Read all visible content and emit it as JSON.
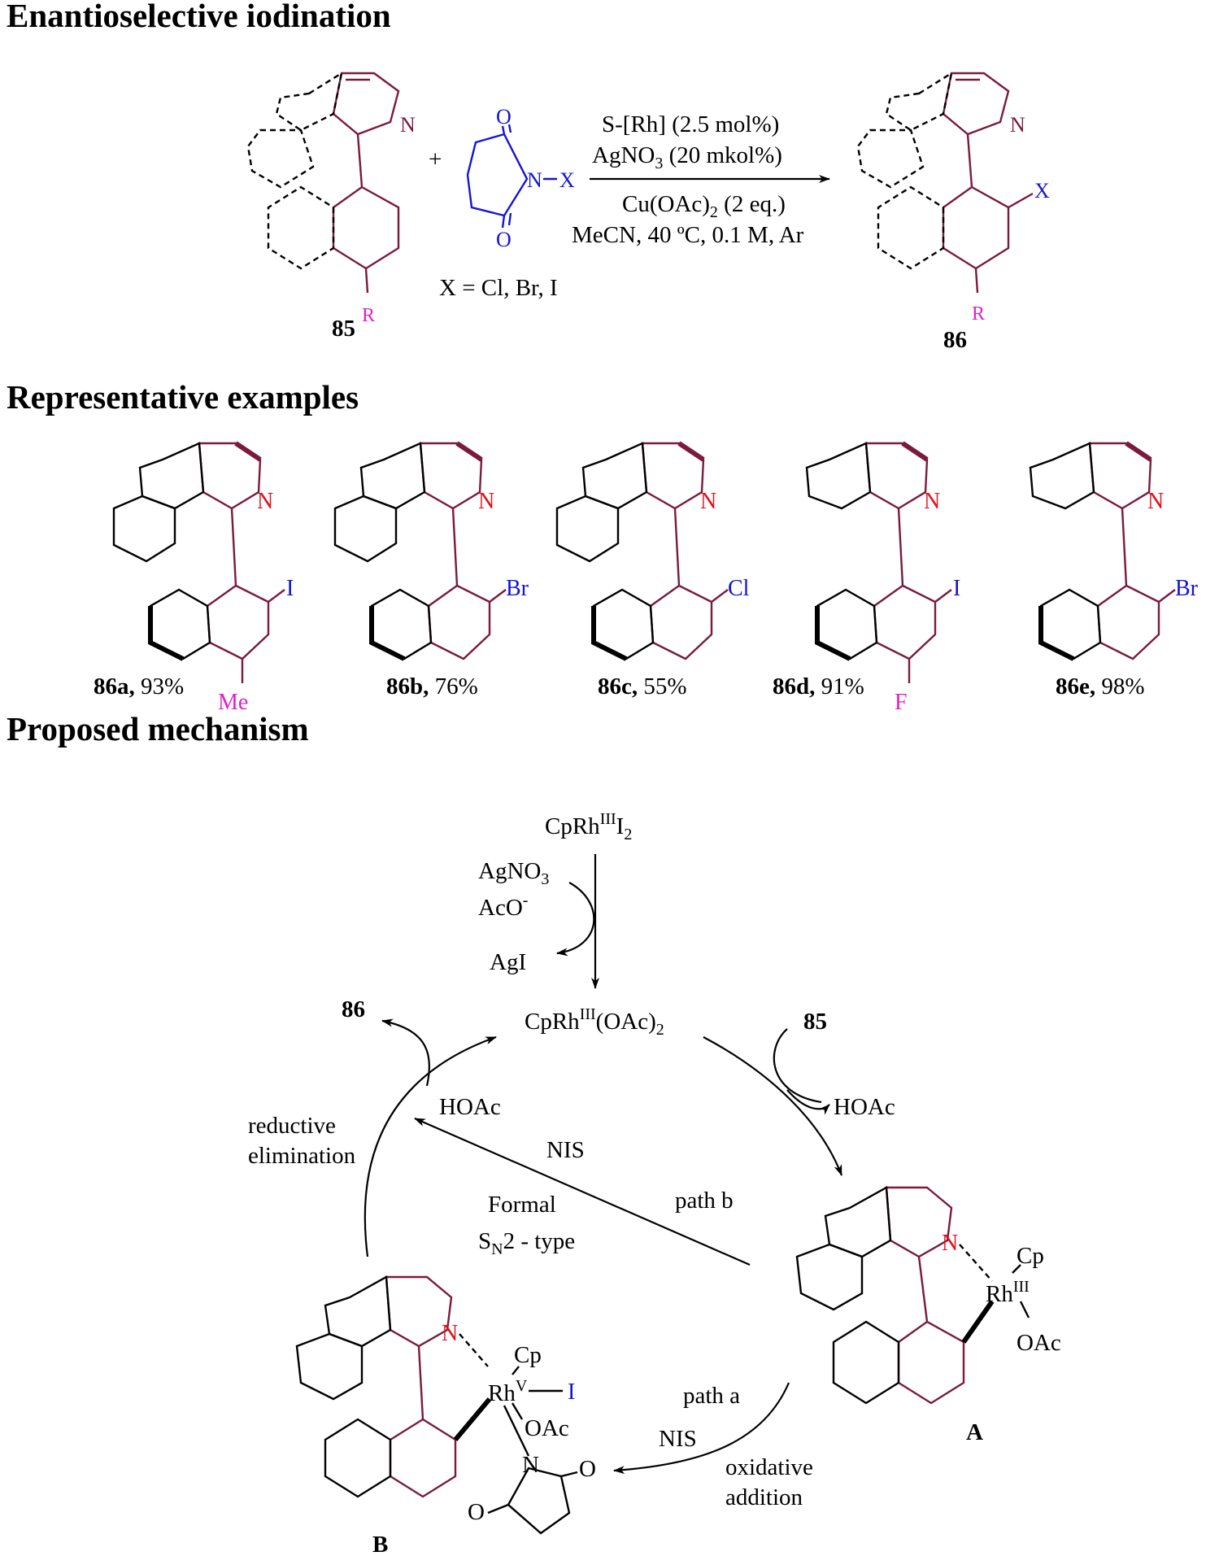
{
  "headings": {
    "iodination": "Enantioselective iodination",
    "examples": "Representative examples",
    "mechanism": "Proposed mechanism"
  },
  "reaction": {
    "substrate_label": "85",
    "product_label": "86",
    "plus": "+",
    "x_def": "X = Cl, Br, I",
    "cond1": "S-[Rh] (2.5 mol%)",
    "cond2": "AgNO",
    "cond2_sub": "3",
    "cond2_tail": " (20 mkol%)",
    "cond3": "Cu(OAc)",
    "cond3_sub": "2",
    "cond3_tail": " (2 eq.)",
    "cond4": "MeCN, 40 ºC, 0.1 M, Ar",
    "atoms": {
      "N": "N",
      "O": "O",
      "X": "X",
      "R": "R"
    }
  },
  "examples": [
    {
      "label": "86a,",
      "yield": " 93%",
      "halogen": "I",
      "sub": "Me"
    },
    {
      "label": "86b,",
      "yield": " 76%",
      "halogen": "Br",
      "sub": ""
    },
    {
      "label": "86c,",
      "yield": " 55%",
      "halogen": "Cl",
      "sub": ""
    },
    {
      "label": "86d,",
      "yield": " 91%",
      "halogen": "I",
      "sub": "F"
    },
    {
      "label": "86e,",
      "yield": " 98%",
      "halogen": "Br",
      "sub": ""
    }
  ],
  "mechanism": {
    "precat": "CpRh",
    "precat_sup": "III",
    "precat_tail": "I",
    "precat_sub": "2",
    "agno3": "AgNO",
    "agno3_sub": "3",
    "aco": "AcO",
    "aco_sup": "-",
    "agi": "AgI",
    "cat": "CpRh",
    "cat_sup": "III",
    "cat_tail": "(OAc)",
    "cat_sub": "2",
    "in_85": "85",
    "out_86": "86",
    "hoac_right": "HOAc",
    "hoac_left": "HOAc",
    "nis_top": "NIS",
    "path_b": "path b",
    "formal": "Formal",
    "sn2_s": "S",
    "sn2_sub": "N",
    "sn2_tail": "2 - type",
    "reductive1": "reductive",
    "reductive2": "elimination",
    "path_a": "path a",
    "nis_bottom": "NIS",
    "oxidative1": "oxidative",
    "oxidative2": "addition",
    "int_a": "A",
    "int_b": "B",
    "cp": "Cp",
    "rh": "Rh",
    "rh_a_sup": "III",
    "rh_b_sup": "V",
    "oac": "OAc",
    "iodo": "I",
    "n": "N",
    "o": "O"
  },
  "colors": {
    "maroon": "#7a1a3c",
    "blue": "#1414d4",
    "magenta": "#e020d0",
    "red": "#e0101a"
  }
}
